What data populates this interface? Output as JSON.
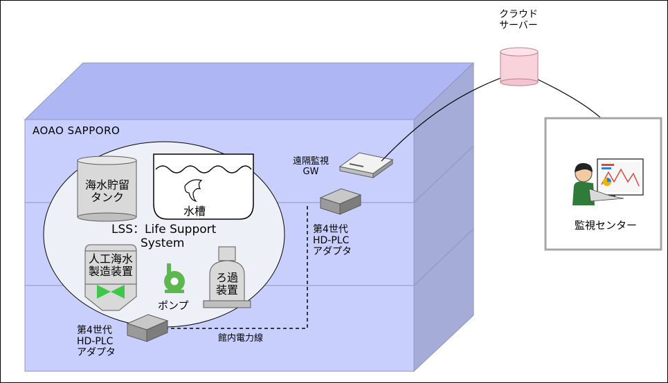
{
  "building": {
    "name": "AOAO SAPPORO"
  },
  "lss": {
    "label_line1": "LSS：Life Support",
    "label_line2": "System"
  },
  "equipment": {
    "storage_tank": {
      "line1": "海水貯留",
      "line2": "タンク"
    },
    "water_tank": {
      "label": "水槽"
    },
    "seawater_maker": {
      "line1": "人工海水",
      "line2": "製造装置"
    },
    "pump": {
      "label": "ポンプ"
    },
    "filter": {
      "line1": "ろ過",
      "line2": "装置"
    }
  },
  "gateway": {
    "line1": "遠隔監視",
    "line2": "GW"
  },
  "adapter_upper": {
    "line1": "第4世代",
    "line2": "HD-PLC",
    "line3": "アダプタ"
  },
  "adapter_lower": {
    "line1": "第4世代",
    "line2": "HD-PLC",
    "line3": "アダプタ"
  },
  "power_line": {
    "label": "館内電力線"
  },
  "cloud": {
    "line1": "クラウド",
    "line2": "サーバー"
  },
  "monitor_center": {
    "label": "監視センター"
  },
  "colors": {
    "building_front": "#c9cffc",
    "building_top": "#aeb6f3",
    "building_side": "#a5acd8",
    "ellipse": "#eef0f8",
    "cylinder_pink": "#f8d3dc",
    "pump_green": "#5cb84e",
    "chevron_green": "#3dc84a"
  }
}
